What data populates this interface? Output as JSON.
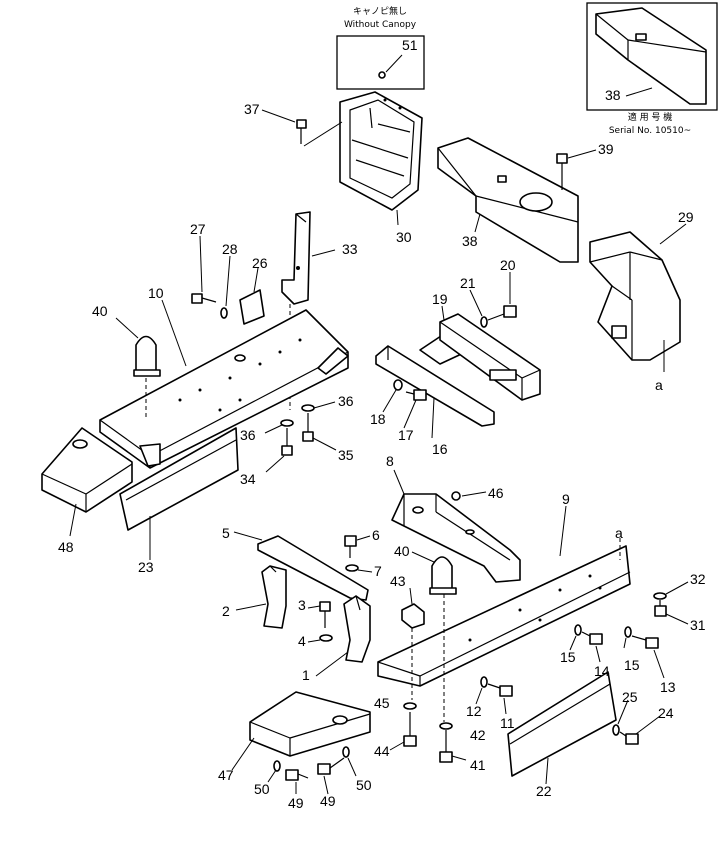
{
  "inset_top": {
    "caption_jp": "キャノピ無し",
    "caption_en": "Without Canopy",
    "callout": "51"
  },
  "inset_right": {
    "callout": "38",
    "caption_jp": "適 用 号 機",
    "caption_en": "Serial No. 10510~"
  },
  "callouts": [
    {
      "id": "c1",
      "text": "1"
    },
    {
      "id": "c2",
      "text": "2"
    },
    {
      "id": "c3",
      "text": "3"
    },
    {
      "id": "c4",
      "text": "4"
    },
    {
      "id": "c5",
      "text": "5"
    },
    {
      "id": "c6",
      "text": "6"
    },
    {
      "id": "c7",
      "text": "7"
    },
    {
      "id": "c8",
      "text": "8"
    },
    {
      "id": "c9",
      "text": "9"
    },
    {
      "id": "c10",
      "text": "10"
    },
    {
      "id": "c11",
      "text": "11"
    },
    {
      "id": "c12",
      "text": "12"
    },
    {
      "id": "c13",
      "text": "13"
    },
    {
      "id": "c14",
      "text": "14"
    },
    {
      "id": "c15a",
      "text": "15"
    },
    {
      "id": "c15b",
      "text": "15"
    },
    {
      "id": "c16",
      "text": "16"
    },
    {
      "id": "c17",
      "text": "17"
    },
    {
      "id": "c18",
      "text": "18"
    },
    {
      "id": "c19",
      "text": "19"
    },
    {
      "id": "c20",
      "text": "20"
    },
    {
      "id": "c21",
      "text": "21"
    },
    {
      "id": "c22",
      "text": "22"
    },
    {
      "id": "c23",
      "text": "23"
    },
    {
      "id": "c24",
      "text": "24"
    },
    {
      "id": "c25",
      "text": "25"
    },
    {
      "id": "c26",
      "text": "26"
    },
    {
      "id": "c27",
      "text": "27"
    },
    {
      "id": "c28",
      "text": "28"
    },
    {
      "id": "c29",
      "text": "29"
    },
    {
      "id": "c30",
      "text": "30"
    },
    {
      "id": "c31",
      "text": "31"
    },
    {
      "id": "c32",
      "text": "32"
    },
    {
      "id": "c33",
      "text": "33"
    },
    {
      "id": "c34",
      "text": "34"
    },
    {
      "id": "c35",
      "text": "35"
    },
    {
      "id": "c36a",
      "text": "36"
    },
    {
      "id": "c36b",
      "text": "36"
    },
    {
      "id": "c37",
      "text": "37"
    },
    {
      "id": "c38",
      "text": "38"
    },
    {
      "id": "c39",
      "text": "39"
    },
    {
      "id": "c40a",
      "text": "40"
    },
    {
      "id": "c40b",
      "text": "40"
    },
    {
      "id": "c41",
      "text": "41"
    },
    {
      "id": "c42",
      "text": "42"
    },
    {
      "id": "c43",
      "text": "43"
    },
    {
      "id": "c44",
      "text": "44"
    },
    {
      "id": "c45",
      "text": "45"
    },
    {
      "id": "c46",
      "text": "46"
    },
    {
      "id": "c47",
      "text": "47"
    },
    {
      "id": "c48",
      "text": "48"
    },
    {
      "id": "c49a",
      "text": "49"
    },
    {
      "id": "c49b",
      "text": "49"
    },
    {
      "id": "c50a",
      "text": "50"
    },
    {
      "id": "c50b",
      "text": "50"
    },
    {
      "id": "ca1",
      "text": "a"
    },
    {
      "id": "ca2",
      "text": "a"
    }
  ]
}
